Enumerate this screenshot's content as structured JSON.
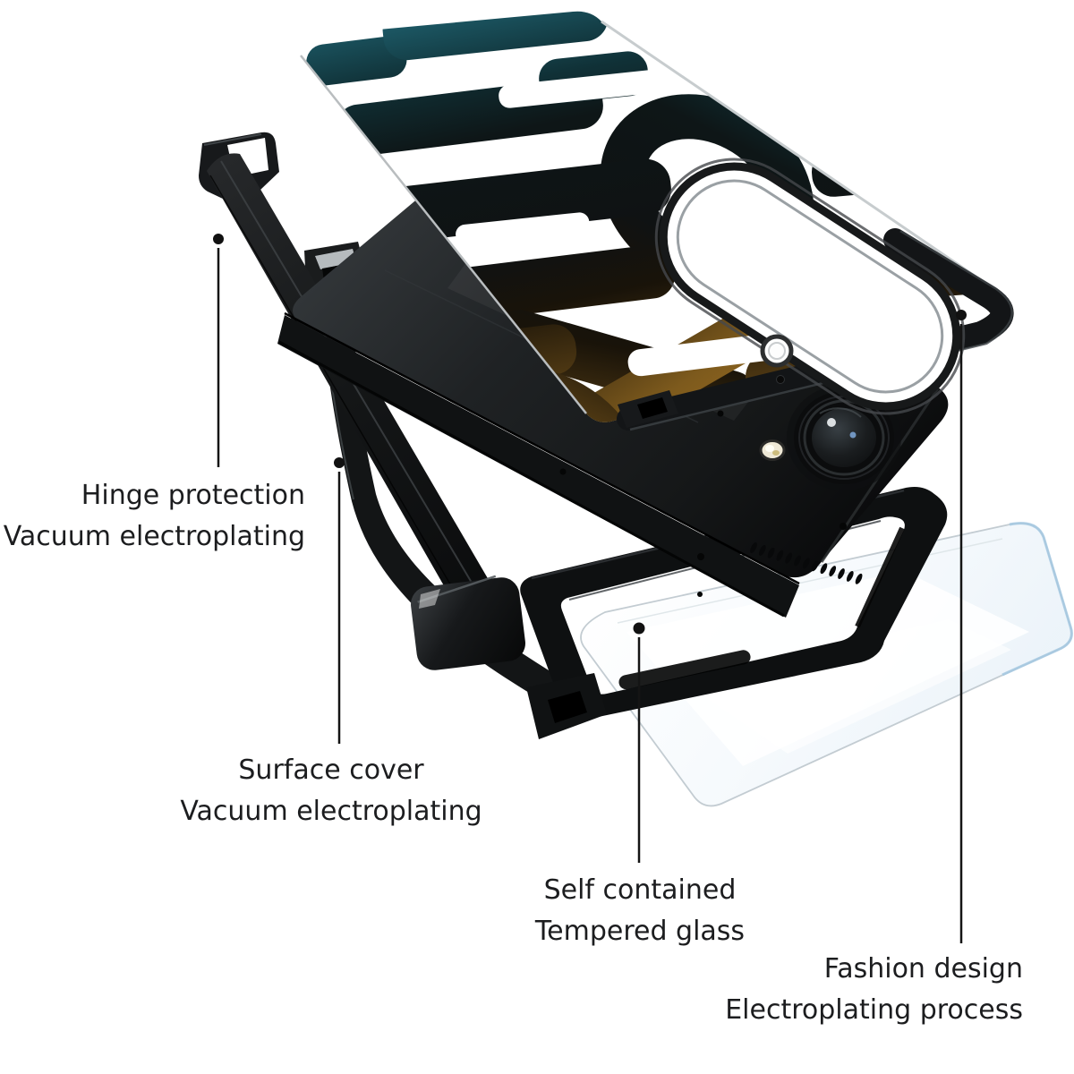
{
  "page": {
    "background": "#ffffff",
    "kind": "product-exploded-diagram",
    "subject": "foldable-phone-case-exploded-view"
  },
  "annotations": [
    {
      "id": "hinge",
      "line1": "Hinge protection",
      "line2": "Vacuum electroplating"
    },
    {
      "id": "surface",
      "line1": "Surface cover",
      "line2": "Vacuum electroplating"
    },
    {
      "id": "glass",
      "line1": "Self contained",
      "line2": "Tempered glass"
    },
    {
      "id": "fashion",
      "line1": "Fashion design",
      "line2": "Electroplating process"
    }
  ],
  "parts": {
    "back_cover_plate": "decorative-back-cover-plate",
    "camera_cutout": "camera-pill-cutout",
    "flash_cutout": "flash-hole",
    "phone": "folded-phone",
    "phone_camera": "phone-camera-lens",
    "phone_flash": "phone-flash-led",
    "hinge_bar": "hinge-protection-bar",
    "surface_frame": "surface-cover-frame",
    "tempered_glass": "tempered-glass-sheet"
  },
  "colors": {
    "label_text": "#1c1d1f",
    "leader_line": "#141414",
    "case_black": "#121416",
    "teal_print": "#1d5b68",
    "amber_print": "#8a6020",
    "glass_tint": "#a5c8e2",
    "background": "#ffffff"
  }
}
